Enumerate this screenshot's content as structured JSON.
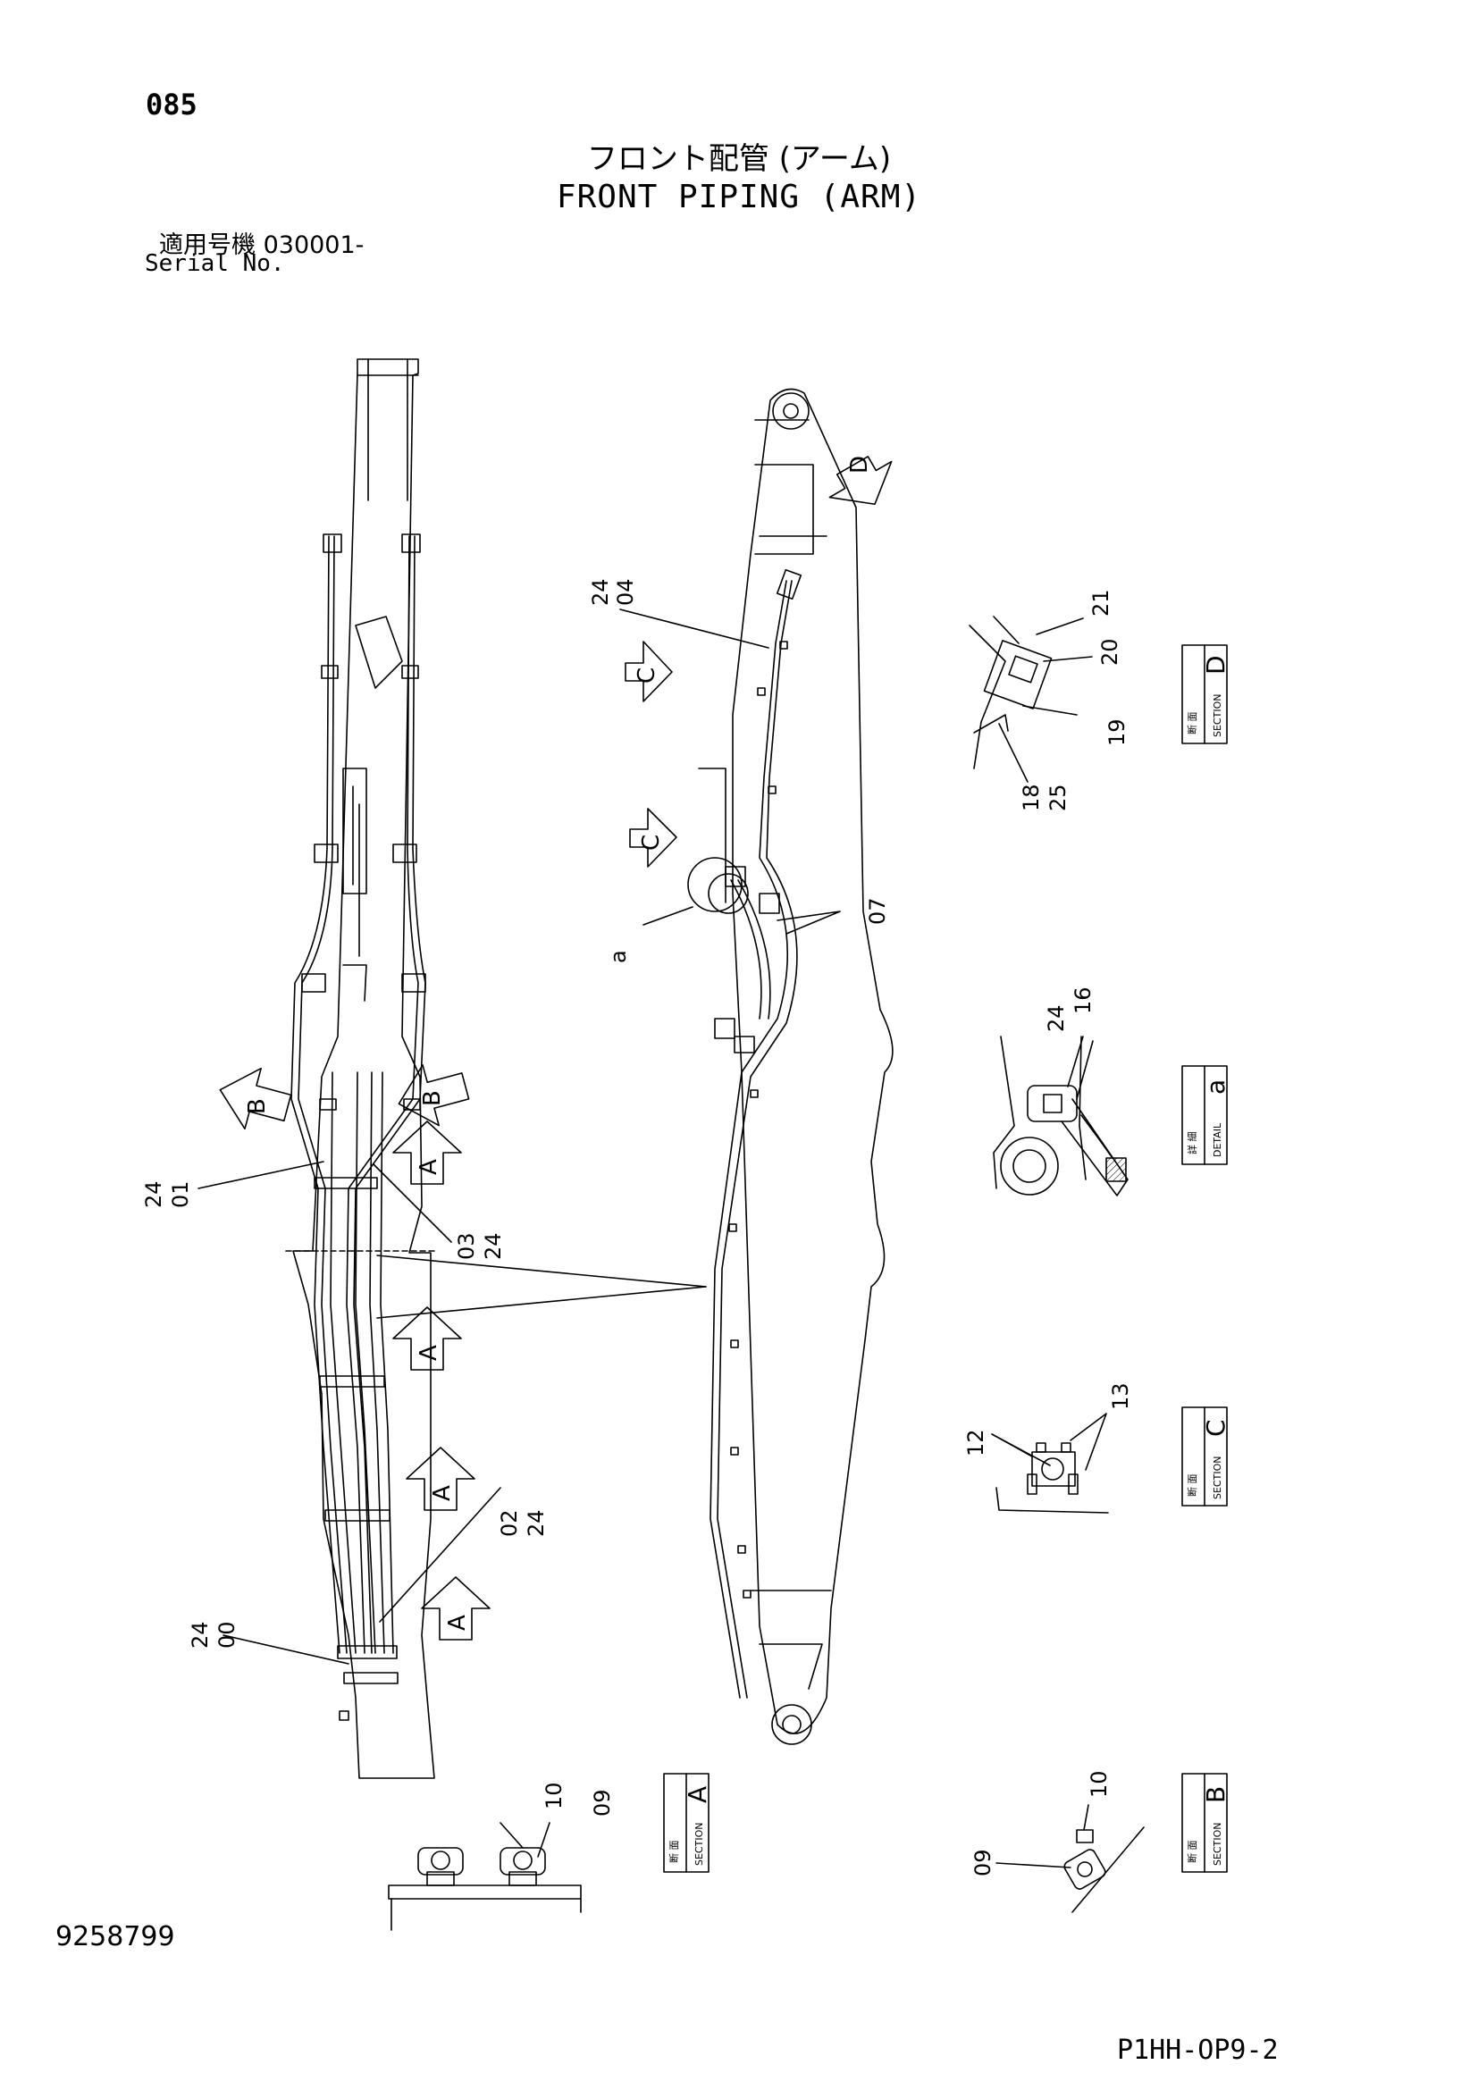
{
  "header": {
    "page_number": "085",
    "title_jp": "フロント配管 (アーム)",
    "title_en": "FRONT PIPING (ARM)",
    "serial_label_jp": "適用号機 030001-",
    "serial_label_en": "Serial No."
  },
  "footer": {
    "document_number": "9258799",
    "drawing_code": "P1HH-OP9-2"
  },
  "view_markers": {
    "d": "D",
    "c_upper": "C",
    "c_lower": "C",
    "b_left": "B",
    "b_right": "B",
    "a_1": "A",
    "a_2": "A",
    "a_3": "A",
    "a_4": "A"
  },
  "callouts": {
    "c_24_04_a": "24",
    "c_24_04_b": "04",
    "c_07": "07",
    "c_a": "a",
    "c_24_01_a": "24",
    "c_24_01_b": "01",
    "c_03_24_a": "03",
    "c_03_24_b": "24",
    "c_02_24_a": "02",
    "c_02_24_b": "24",
    "c_24_00_a": "24",
    "c_24_00_b": "00",
    "sec_d_21": "21",
    "sec_d_20": "20",
    "sec_d_19": "19",
    "sec_d_18": "18",
    "sec_d_25": "25",
    "det_a_24": "24",
    "det_a_16": "16",
    "sec_c_12": "12",
    "sec_c_13": "13",
    "sec_a_10": "10",
    "sec_a_09": "09",
    "sec_b_10": "10",
    "sec_b_09": "09"
  },
  "section_labels": {
    "section_d": {
      "jp": "断 面",
      "en": "SECTION",
      "letter": "D"
    },
    "detail_a": {
      "jp": "詳 細",
      "en": "DETAIL",
      "letter": "a"
    },
    "section_c": {
      "jp": "断 面",
      "en": "SECTION",
      "letter": "C"
    },
    "section_a": {
      "jp": "断 面",
      "en": "SECTION",
      "letter": "A"
    },
    "section_b": {
      "jp": "断 面",
      "en": "SECTION",
      "letter": "B"
    }
  }
}
